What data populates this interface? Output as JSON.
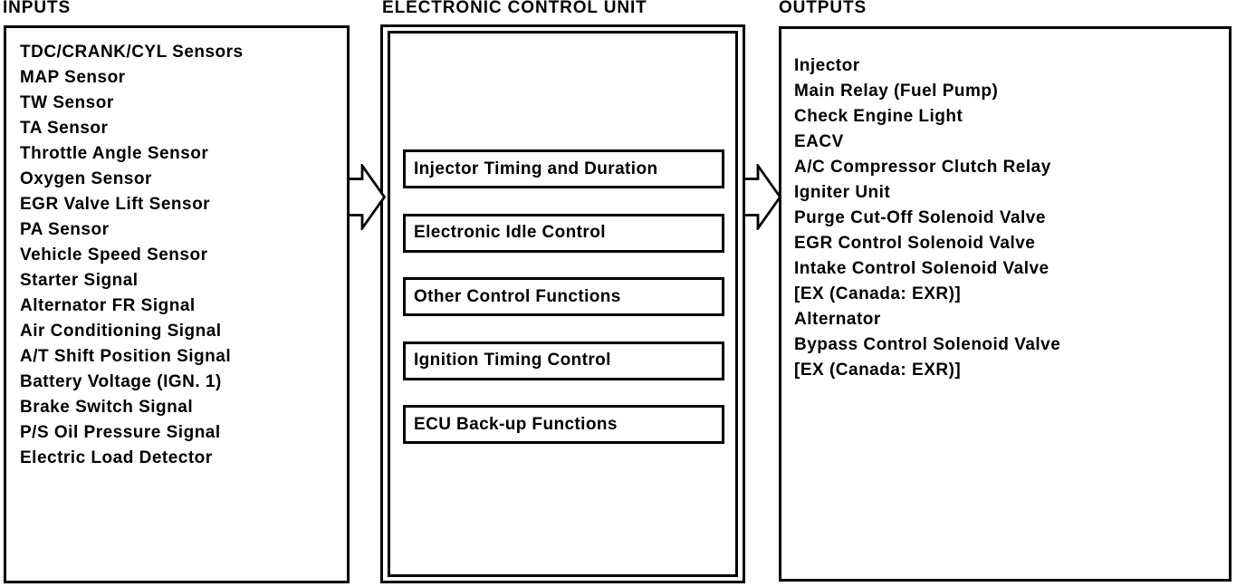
{
  "diagram": {
    "colors": {
      "ink": "#000000",
      "paper": "#ffffff"
    },
    "inputs": {
      "title": "INPUTS",
      "items": [
        "TDC/CRANK/CYL Sensors",
        "MAP Sensor",
        "TW Sensor",
        "TA Sensor",
        "Throttle Angle Sensor",
        "Oxygen Sensor",
        "EGR Valve Lift Sensor",
        "PA Sensor",
        "Vehicle Speed Sensor",
        "Starter Signal",
        "Alternator FR Signal",
        "Air Conditioning Signal",
        "A/T Shift Position Signal",
        "Battery Voltage (IGN. 1)",
        "Brake Switch Signal",
        "P/S Oil Pressure Signal",
        "Electric Load Detector"
      ]
    },
    "ecu": {
      "title": "ELECTRONIC CONTROL UNIT",
      "functions": [
        "Injector Timing and Duration",
        "Electronic Idle Control",
        "Other Control Functions",
        "Ignition Timing Control",
        "ECU Back-up Functions"
      ]
    },
    "outputs": {
      "title": "OUTPUTS",
      "items": [
        "Injector",
        "Main Relay (Fuel Pump)",
        "Check Engine Light",
        "EACV",
        "A/C Compressor Clutch Relay",
        "Igniter Unit",
        "Purge Cut-Off Solenoid Valve",
        "EGR Control Solenoid Valve",
        "Intake Control Solenoid Valve",
        "[EX (Canada: EXR)]",
        "Alternator",
        "Bypass Control Solenoid Valve",
        "[EX (Canada: EXR)]"
      ]
    },
    "arrows": [
      {
        "name": "inputs-to-ecu",
        "shape": "block-arrow-right"
      },
      {
        "name": "ecu-to-outputs",
        "shape": "block-arrow-right"
      }
    ]
  }
}
